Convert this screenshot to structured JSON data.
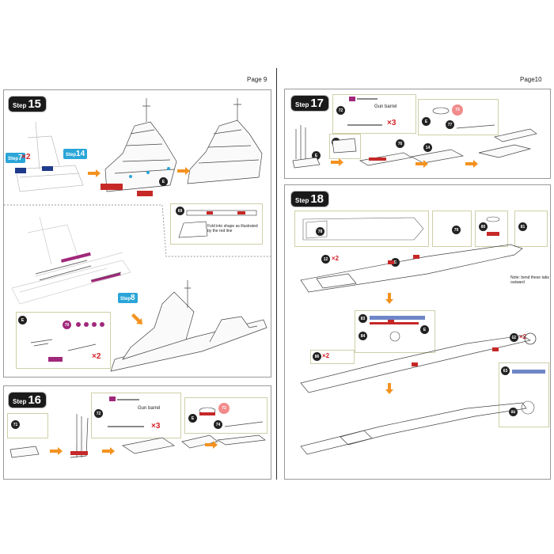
{
  "pages": {
    "left": "Page 9",
    "right": "Page10"
  },
  "steps": {
    "s15": {
      "word": "Step",
      "num": "15",
      "ref1": "7",
      "ref1_mult": "×2",
      "ref2": "14",
      "ref3": "8",
      "fold_note": "Fold into shape as illustrated by the red line",
      "part_69": "69",
      "part_70": "70",
      "x2": "×2",
      "e": "E"
    },
    "s16": {
      "word": "Step",
      "num": "16",
      "part_71": "71",
      "part_72": "72",
      "gun": "Gun barrel",
      "x3": "×3",
      "part_73": "73",
      "part_74": "74",
      "e": "E"
    },
    "s17": {
      "word": "Step",
      "num": "17",
      "part_72": "72",
      "gun": "Gun barrel",
      "x3": "×3",
      "part_73": "73",
      "part_77": "77",
      "part_75": "75",
      "part_76": "76",
      "part_14": "14",
      "e": "E"
    },
    "s18": {
      "word": "Step",
      "num": "18",
      "part_78": "78",
      "part_79": "79",
      "part_80": "80",
      "part_81": "81",
      "part_12": "12",
      "x2a": "×2",
      "part_83": "83",
      "part_84": "84",
      "part_82": "82",
      "x2b": "×2",
      "part_86": "86",
      "x2c": "×2",
      "part_63": "63",
      "part_85": "85",
      "bend_note": "Note: bend these tabs outward",
      "e": "E"
    }
  }
}
